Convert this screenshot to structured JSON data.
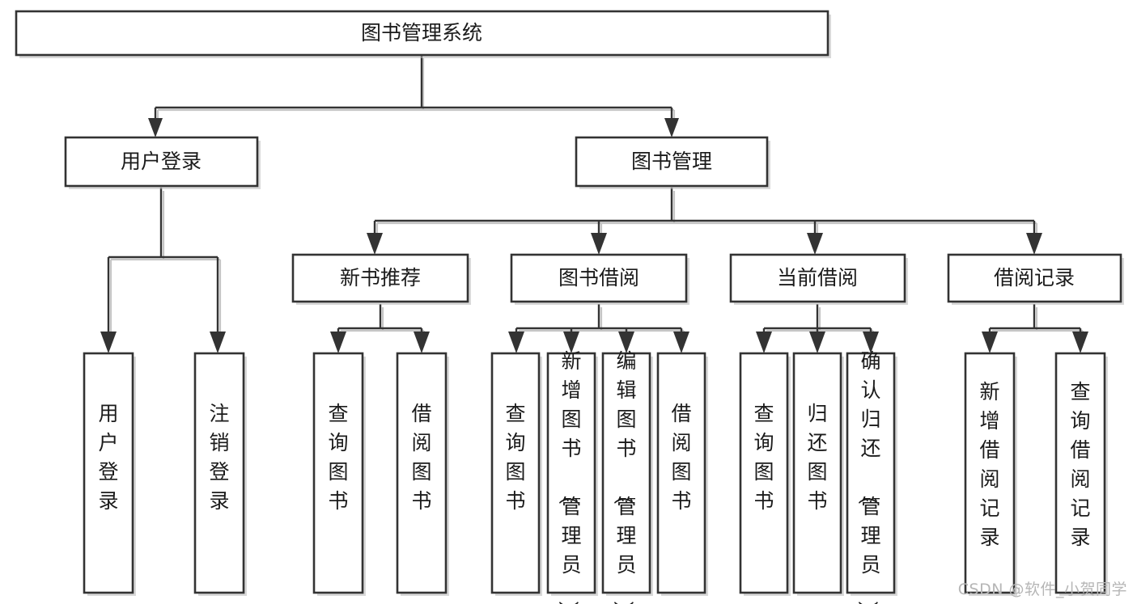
{
  "diagram": {
    "title": "图书管理系统",
    "type": "tree",
    "orientation": "top-down",
    "colors": {
      "box_fill": "#ffffff",
      "box_stroke": "#333333",
      "connector": "#333333",
      "text": "#1b1b1b",
      "watermark": "#b6b6b6",
      "background": "#ffffff"
    },
    "nodes": {
      "root": {
        "label": "图书管理系统"
      },
      "level2": [
        {
          "id": "user-login",
          "label": "用户登录"
        },
        {
          "id": "book-management",
          "label": "图书管理"
        }
      ],
      "level3": [
        {
          "id": "new-book-recommend",
          "label": "新书推荐"
        },
        {
          "id": "book-borrow",
          "label": "图书借阅"
        },
        {
          "id": "current-borrow",
          "label": "当前借阅"
        },
        {
          "id": "borrow-record",
          "label": "借阅记录"
        }
      ],
      "leaves": {
        "user-login": [
          {
            "id": "leaf-user-login",
            "label": "用户登录"
          },
          {
            "id": "leaf-user-logout",
            "label": "注销登录"
          }
        ],
        "new-book-recommend": [
          {
            "id": "leaf-query-book-1",
            "label": "查询图书"
          },
          {
            "id": "leaf-borrow-book-1",
            "label": "借阅图书"
          }
        ],
        "book-borrow": [
          {
            "id": "leaf-query-book-2",
            "label": "查询图书"
          },
          {
            "id": "leaf-add-book",
            "label": "新增图书（管理员）"
          },
          {
            "id": "leaf-edit-book",
            "label": "编辑图书（管理员）"
          },
          {
            "id": "leaf-borrow-book-2",
            "label": "借阅图书"
          }
        ],
        "current-borrow": [
          {
            "id": "leaf-query-book-3",
            "label": "查询图书"
          },
          {
            "id": "leaf-return-book",
            "label": "归还图书"
          },
          {
            "id": "leaf-confirm-return",
            "label": "确认归还（管理员）"
          }
        ],
        "borrow-record": [
          {
            "id": "leaf-add-record",
            "label": "新增借阅记录"
          },
          {
            "id": "leaf-query-record",
            "label": "查询借阅记录"
          }
        ]
      }
    }
  },
  "watermark": {
    "text": "CSDN @软件_小贺同学"
  }
}
